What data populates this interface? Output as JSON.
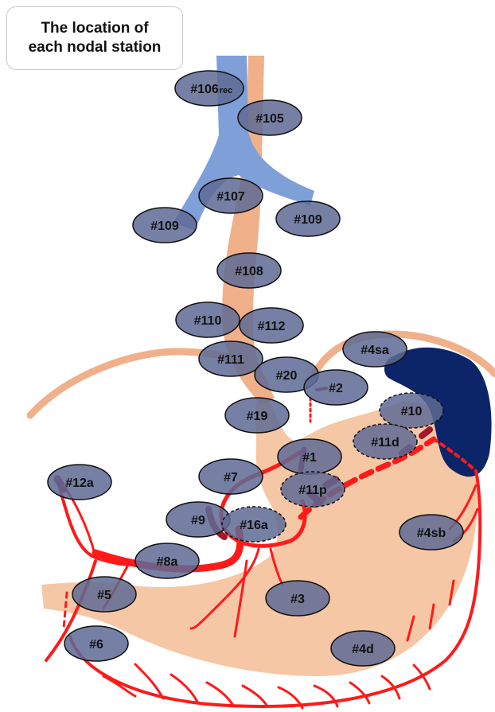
{
  "title": {
    "line1": "The location of",
    "line2": "each nodal station"
  },
  "colors": {
    "stomach": "#f6c7a4",
    "esophagus": "#f0b08a",
    "vein": "#7f9fd8",
    "spleen": "#0c2468",
    "artery": "#ff1a1a",
    "artery_dark": "#a3162c",
    "node_fill": "#5e6a94",
    "node_stroke": "#111111"
  },
  "nodes": [
    {
      "id": "106rec",
      "label": "#106",
      "sub": "rec"
    },
    {
      "id": "105",
      "label": "#105",
      "sub": ""
    },
    {
      "id": "107",
      "label": "#107",
      "sub": ""
    },
    {
      "id": "109L",
      "label": "#109",
      "sub": ""
    },
    {
      "id": "109R",
      "label": "#109",
      "sub": ""
    },
    {
      "id": "108",
      "label": "#108",
      "sub": ""
    },
    {
      "id": "110",
      "label": "#110",
      "sub": ""
    },
    {
      "id": "112",
      "label": "#112",
      "sub": ""
    },
    {
      "id": "111",
      "label": "#111",
      "sub": ""
    },
    {
      "id": "4sa",
      "label": "#4sa",
      "sub": ""
    },
    {
      "id": "20",
      "label": "#20",
      "sub": ""
    },
    {
      "id": "2",
      "label": "#2",
      "sub": ""
    },
    {
      "id": "10",
      "label": "#10",
      "sub": ""
    },
    {
      "id": "19",
      "label": "#19",
      "sub": ""
    },
    {
      "id": "11d",
      "label": "#11d",
      "sub": ""
    },
    {
      "id": "1",
      "label": "#1",
      "sub": ""
    },
    {
      "id": "12a",
      "label": "#12a",
      "sub": ""
    },
    {
      "id": "7",
      "label": "#7",
      "sub": ""
    },
    {
      "id": "11p",
      "label": "#11p",
      "sub": ""
    },
    {
      "id": "9",
      "label": "#9",
      "sub": ""
    },
    {
      "id": "16a",
      "label": "#16a",
      "sub": ""
    },
    {
      "id": "4sb",
      "label": "#4sb",
      "sub": ""
    },
    {
      "id": "8a",
      "label": "#8a",
      "sub": ""
    },
    {
      "id": "5",
      "label": "#5",
      "sub": ""
    },
    {
      "id": "3",
      "label": "#3",
      "sub": ""
    },
    {
      "id": "6",
      "label": "#6",
      "sub": ""
    },
    {
      "id": "4d",
      "label": "#4d",
      "sub": ""
    }
  ]
}
